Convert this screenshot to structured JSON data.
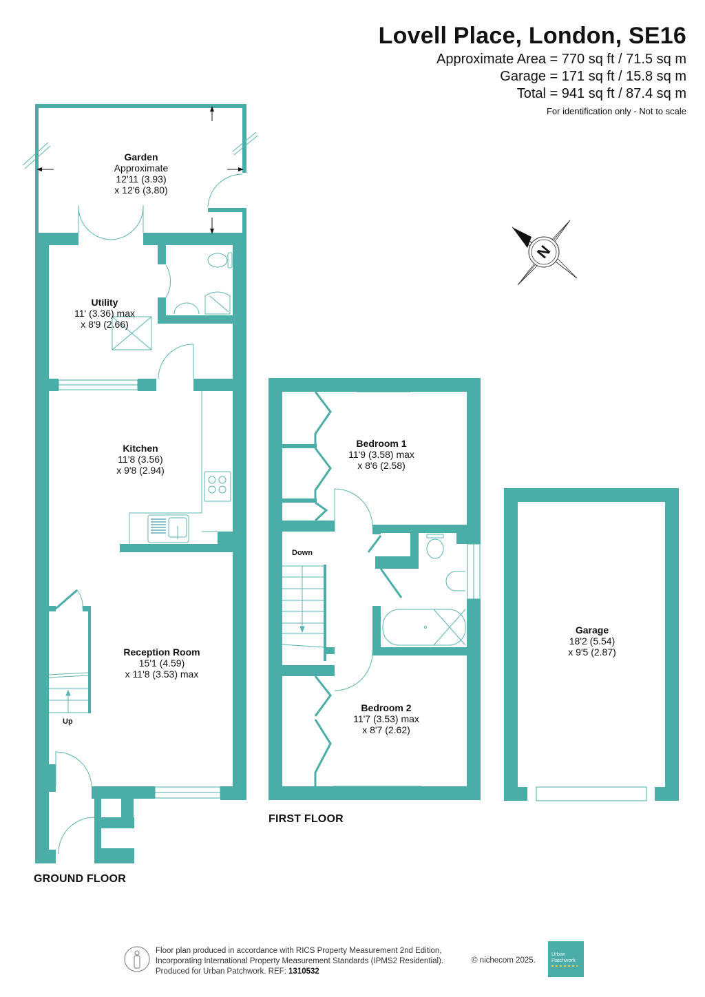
{
  "header": {
    "title": "Lovell Place, London, SE16",
    "approximate_area": "Approximate Area = 770 sq ft / 71.5 sq m",
    "garage_area": "Garage = 171 sq ft / 15.8 sq m",
    "total_area": "Total = 941 sq ft / 87.4 sq m",
    "note": "For identification only - Not to scale"
  },
  "colors": {
    "wall": "#4aada8",
    "fixture_line": "#5ab4b0",
    "text": "#111111"
  },
  "ground_floor": {
    "label": "GROUND FLOOR",
    "rooms": [
      {
        "name": "Garden",
        "line1": "Approximate",
        "line2": "12'11 (3.93)",
        "line3": "x 12'6 (3.80)"
      },
      {
        "name": "Utility",
        "line1": "11' (3.36) max",
        "line2": "x 8'9 (2.66)"
      },
      {
        "name": "Kitchen",
        "line1": "11'8 (3.56)",
        "line2": "x 9'8 (2.94)"
      },
      {
        "name": "Reception Room",
        "line1": "15'1 (4.59)",
        "line2": "x 11'8 (3.53) max"
      }
    ],
    "stairs_label": "Up"
  },
  "first_floor": {
    "label": "FIRST FLOOR",
    "rooms": [
      {
        "name": "Bedroom 1",
        "line1": "11'9 (3.58) max",
        "line2": "x 8'6 (2.58)"
      },
      {
        "name": "Bedroom 2",
        "line1": "11'7 (3.53) max",
        "line2": "x 8'7 (2.62)"
      }
    ],
    "stairs_label": "Down"
  },
  "garage": {
    "name": "Garage",
    "line1": "18'2 (5.54)",
    "line2": "x 9'5 (2.87)"
  },
  "compass": {
    "icon": "compass-north-icon",
    "letter": "N"
  },
  "footer": {
    "line1": "Floor plan produced in accordance with RICS Property Measurement 2nd Edition,",
    "line2": "Incorporating International Property Measurement Standards (IPMS2 Residential).",
    "line3_prefix": "Produced for Urban Patchwork.   REF: ",
    "ref": "1310532",
    "copyright": "© nichecom 2025.",
    "brand_line1": "Urban",
    "brand_line2": "Patchwork"
  }
}
